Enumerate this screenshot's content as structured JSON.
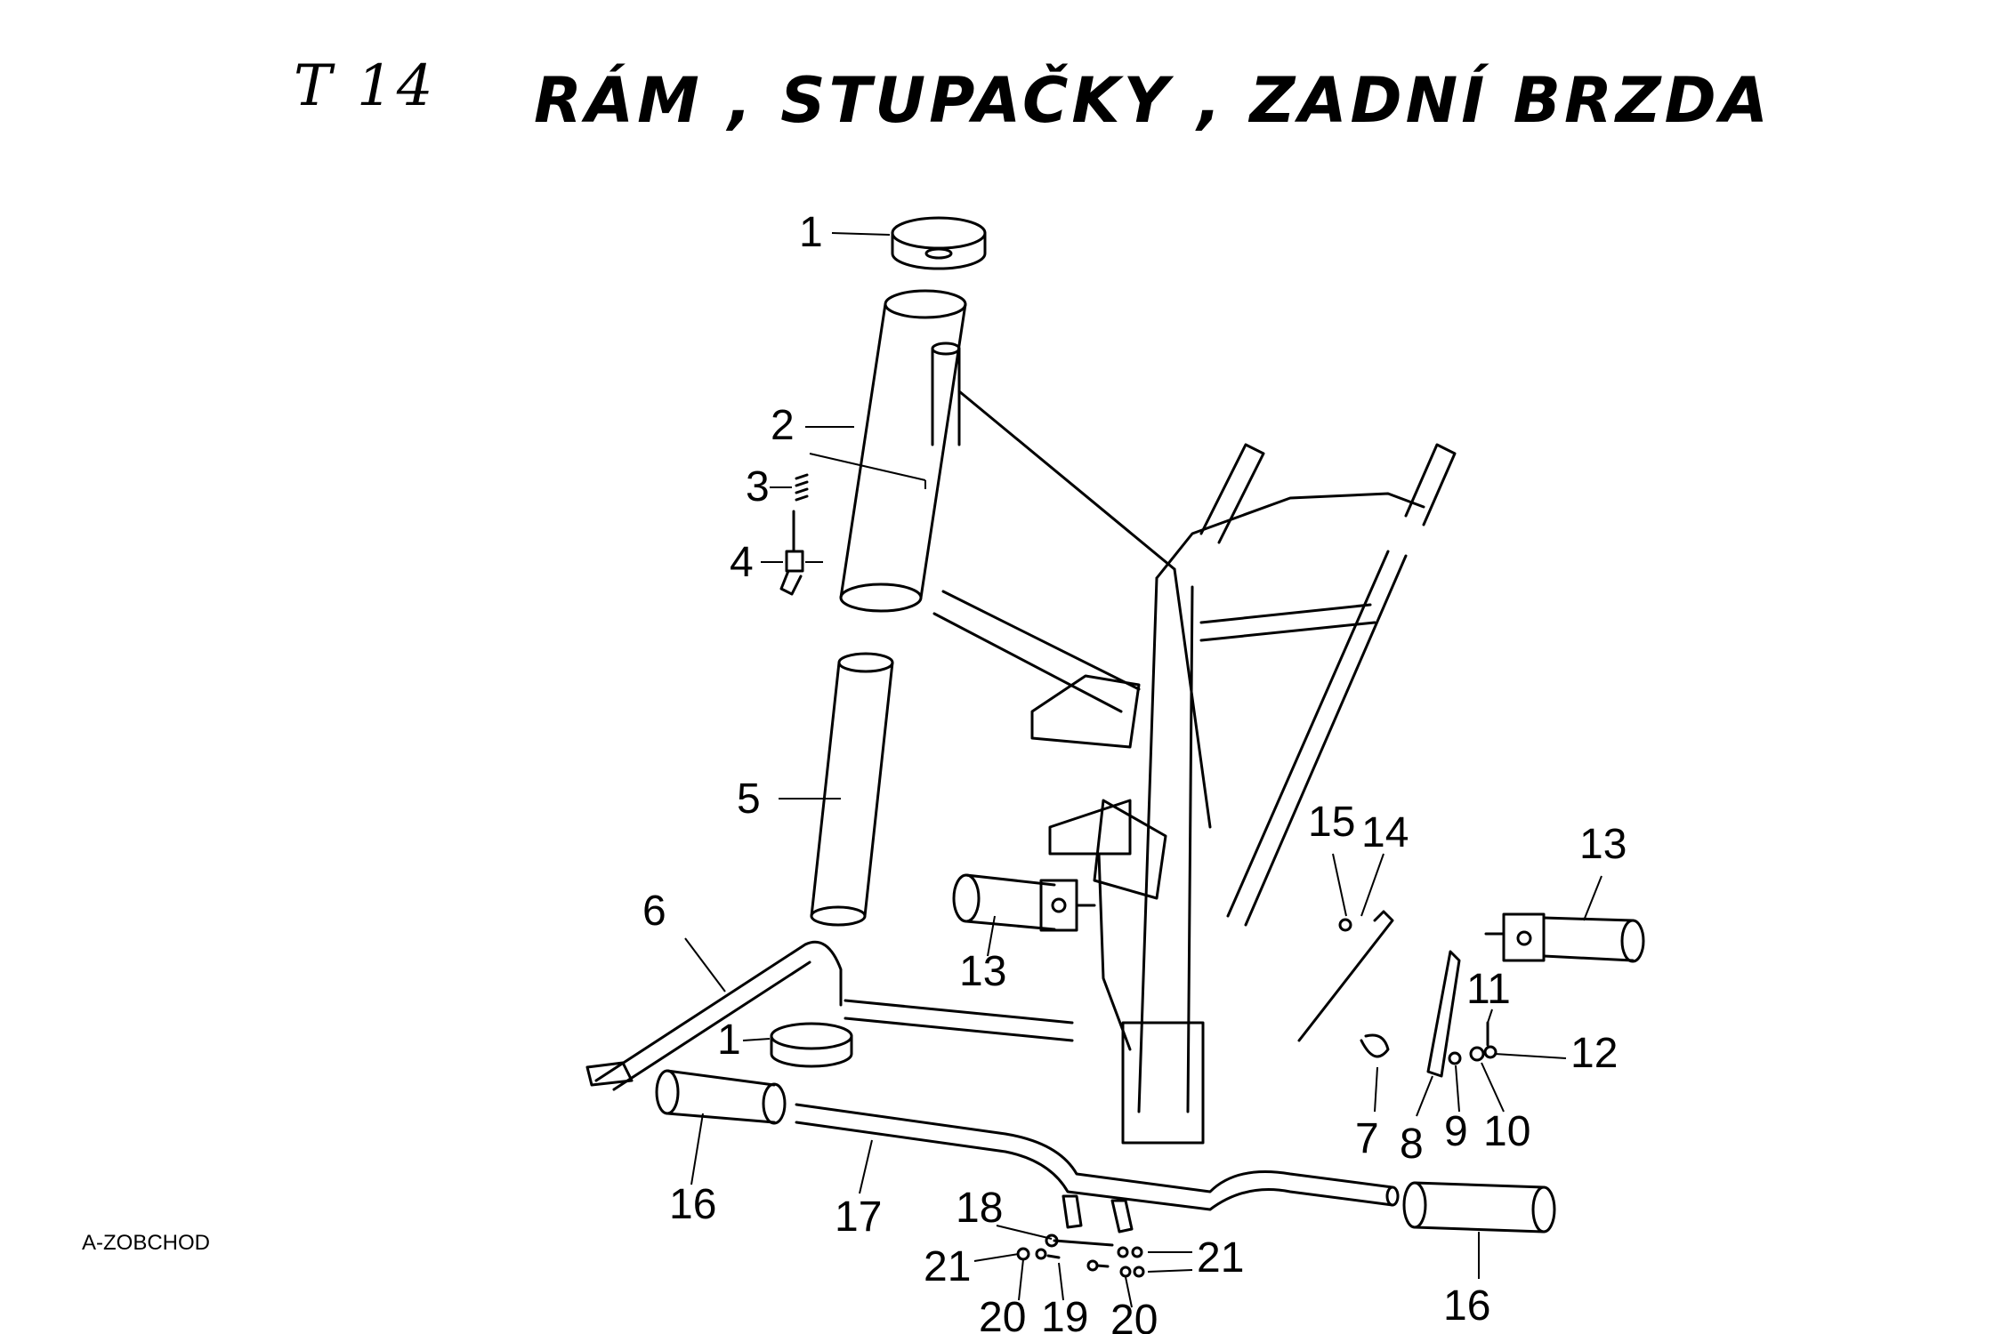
{
  "page": {
    "title_code": "T 14",
    "title_text": "RÁM , STUPAČKY , ZADNÍ BRZDA",
    "watermark": "A-ZOBCHOD"
  },
  "callouts": [
    "1",
    "2",
    "3",
    "4",
    "5",
    "6",
    "1",
    "13",
    "15",
    "14",
    "13",
    "11",
    "12",
    "7",
    "8",
    "9",
    "10",
    "16",
    "17",
    "18",
    "21",
    "21",
    "20",
    "19",
    "20",
    "16"
  ],
  "colors": {
    "line": "#000000",
    "paper": "#ffffff"
  }
}
